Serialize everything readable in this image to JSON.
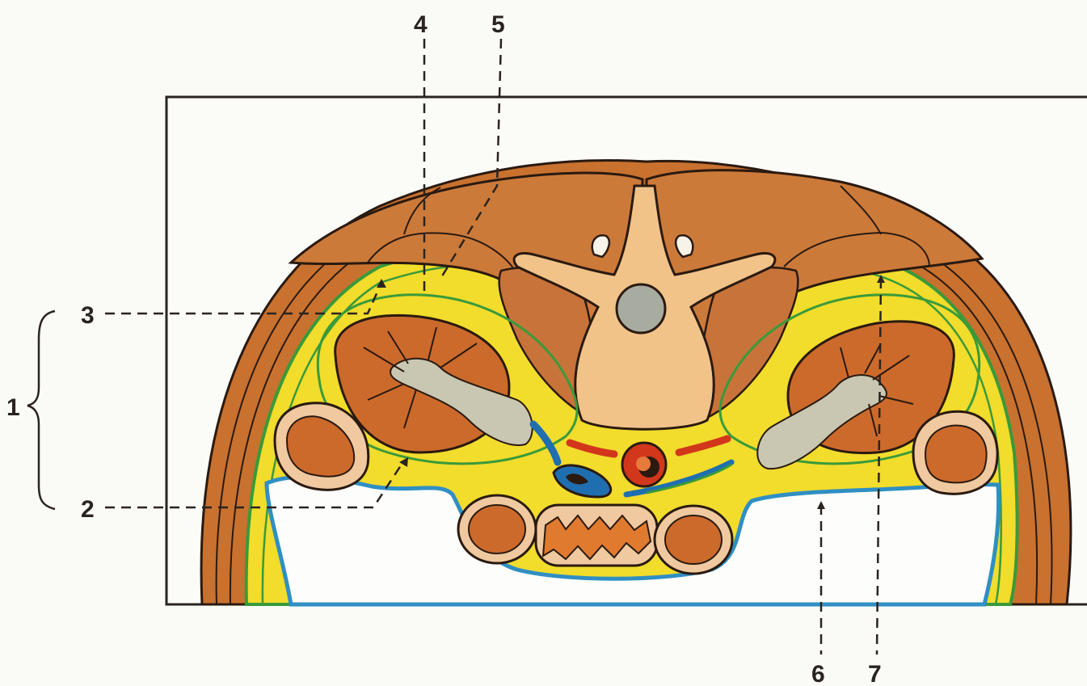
{
  "labels": {
    "l1": "1",
    "l2": "2",
    "l3": "3",
    "l4": "4",
    "l5": "5",
    "l6": "6",
    "l7": "7"
  },
  "colors": {
    "muscle": "#cf7a36",
    "muscle_dark": "#b8612a",
    "bone": "#f1c389",
    "fat": "#f3dc2a",
    "fascia_green": "#3a9a3a",
    "peritoneum_blue": "#2f8fc4",
    "kidney": "#cc6a2c",
    "renal_sinus": "#c9c7b2",
    "artery": "#d2371c",
    "vein": "#1f6fb0",
    "outline": "#2a1a10"
  }
}
